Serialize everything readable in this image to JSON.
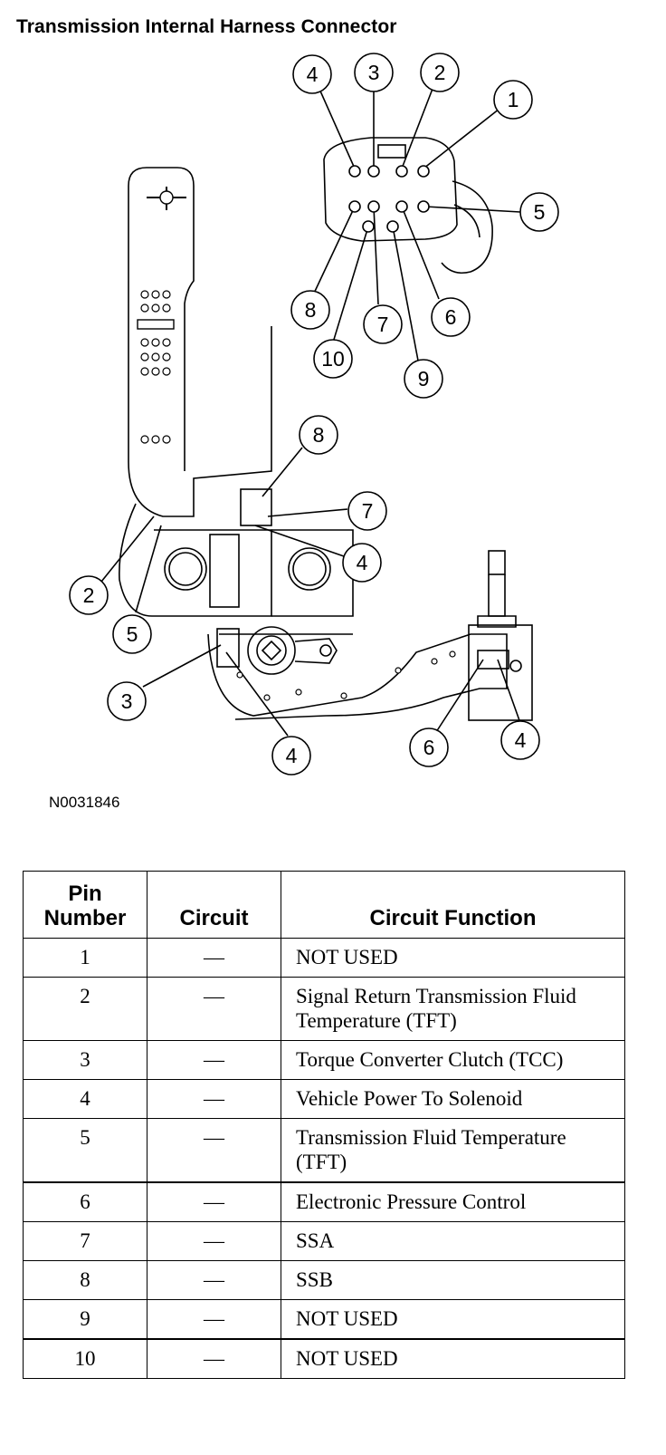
{
  "title": "Transmission Internal Harness Connector",
  "figure_id": "N0031846",
  "callouts": {
    "top_connector": [
      "4",
      "3",
      "2",
      "1",
      "5",
      "8",
      "7",
      "6",
      "10",
      "9"
    ],
    "harness": [
      "8",
      "7",
      "4",
      "2",
      "5",
      "3",
      "4",
      "6",
      "4"
    ]
  },
  "table": {
    "headers": {
      "pin_line1": "Pin",
      "pin_line2": "Number",
      "circuit": "Circuit",
      "function": "Circuit Function"
    },
    "rows": [
      {
        "pin": "1",
        "circuit": "—",
        "function": "NOT USED"
      },
      {
        "pin": "2",
        "circuit": "—",
        "function": "Signal Return Transmission Fluid Temperature (TFT)"
      },
      {
        "pin": "3",
        "circuit": "—",
        "function": "Torque Converter Clutch (TCC)"
      },
      {
        "pin": "4",
        "circuit": "—",
        "function": "Vehicle Power To Solenoid"
      },
      {
        "pin": "5",
        "circuit": "—",
        "function": "Transmission Fluid Temperature (TFT)"
      },
      {
        "pin": "6",
        "circuit": "—",
        "function": "Electronic Pressure Control"
      },
      {
        "pin": "7",
        "circuit": "—",
        "function": "SSA"
      },
      {
        "pin": "8",
        "circuit": "—",
        "function": "SSB"
      },
      {
        "pin": "9",
        "circuit": "—",
        "function": "NOT USED"
      },
      {
        "pin": "10",
        "circuit": "—",
        "function": "NOT USED"
      }
    ]
  }
}
